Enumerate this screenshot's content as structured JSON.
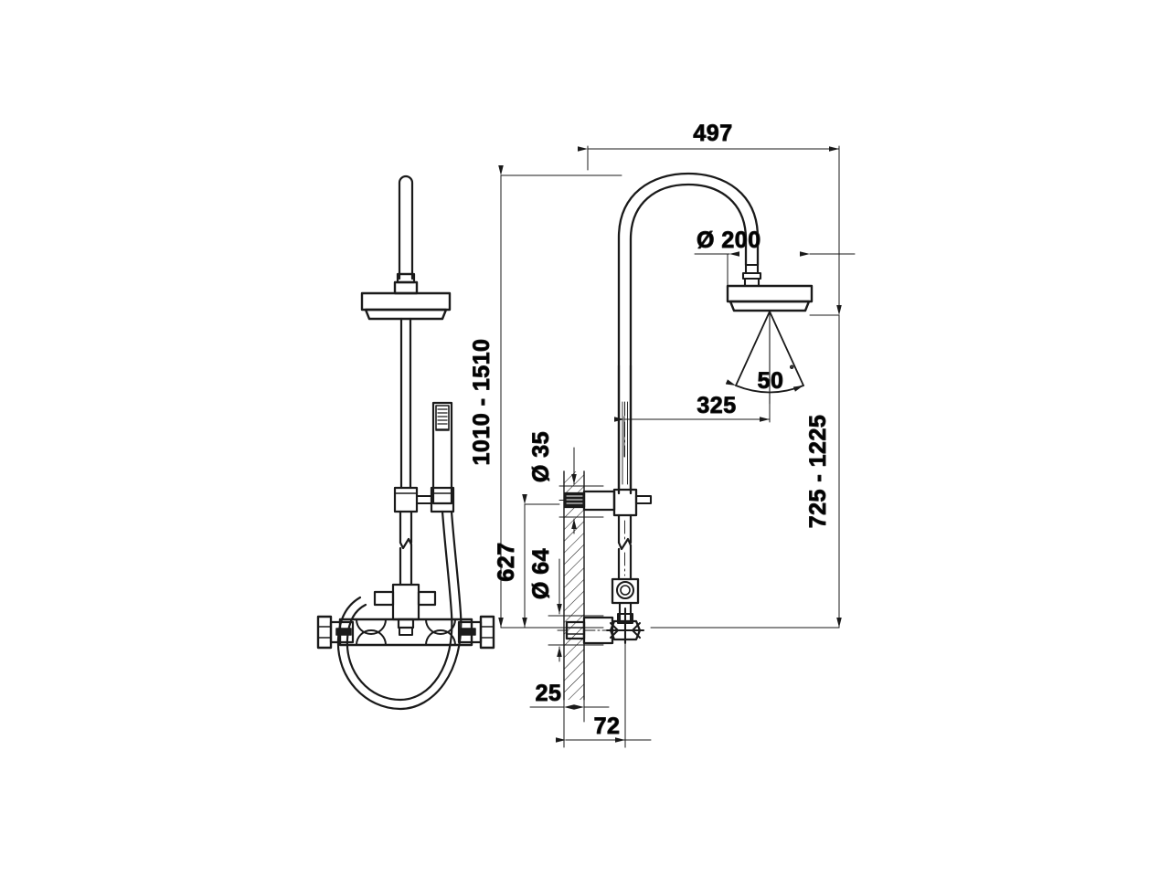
{
  "drawing": {
    "type": "technical-dimension-drawing",
    "subject": "Exposed thermostatic shower column with gooseneck rain head and handshower",
    "units": "mm",
    "views": [
      {
        "name": "side-elevation",
        "position": "left"
      },
      {
        "name": "front-section-elevation",
        "position": "right"
      }
    ],
    "line_color": "#1a1a1a",
    "background_color": "#ffffff"
  },
  "dimensions": {
    "overall_width": "497",
    "head_diameter": "Ø 200",
    "spray_angle": "50",
    "spray_angle_unit": "°",
    "arm_projection": "325",
    "riser_height_range": "1010 - 1510",
    "head_height_range": "725 - 1225",
    "inlet_center_height": "627",
    "upper_flange_diameter": "Ø 35",
    "lower_flange_diameter": "Ø 64",
    "wall_thickness": "25",
    "valve_projection": "72"
  },
  "labels": {
    "width_497": "497",
    "diameter_200": "Ø 200",
    "angle_50": "50",
    "degree_symbol": "°",
    "offset_325": "325",
    "height_1010_1510": "1010 - 1510",
    "height_725_1225": "725 - 1225",
    "height_627": "627",
    "diameter_35": "Ø 35",
    "diameter_64": "Ø 64",
    "depth_25": "25",
    "depth_72": "72"
  }
}
